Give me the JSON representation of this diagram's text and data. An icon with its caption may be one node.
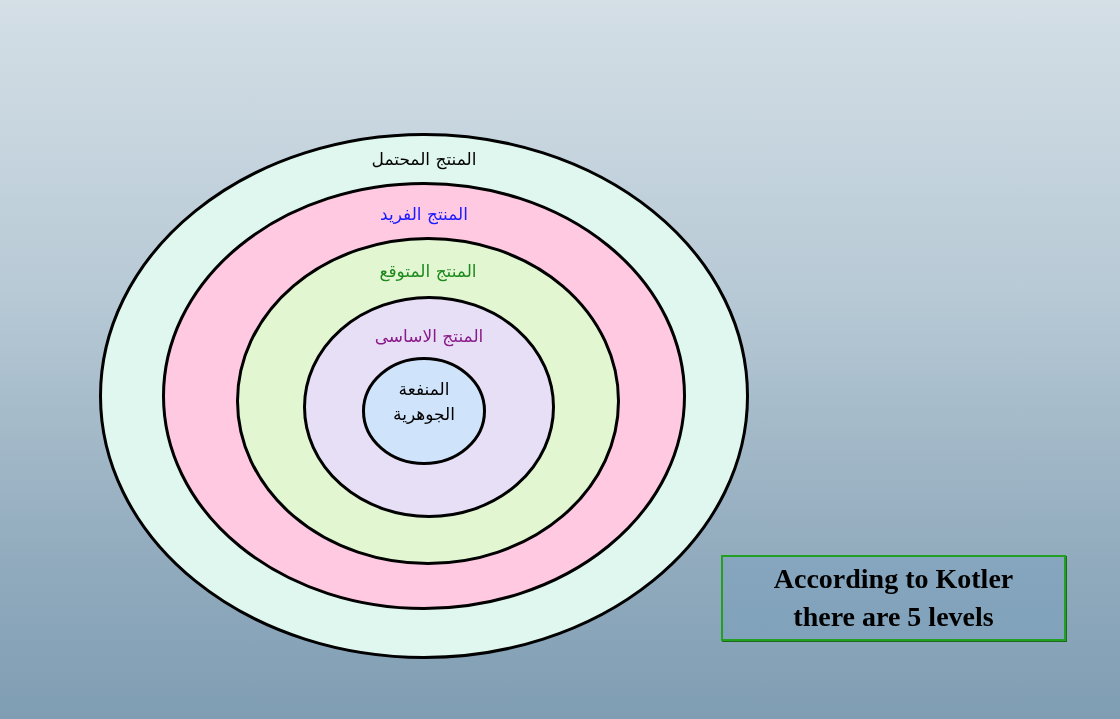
{
  "diagram": {
    "nodes": [
      {
        "text": [
          "المنتج المحتمل"
        ]
      },
      {
        "text": [
          "المنتج الفريد"
        ],
        "in": 0
      },
      {
        "text": [
          "المنتج المتوقع"
        ],
        "in": 1
      },
      {
        "text": [
          "المنتج الاساسى"
        ],
        "in": 2
      },
      {
        "text": [
          "المنفعة الجوهرية"
        ],
        "in": 3
      },
      {
        "text": [
          "According to Kotler there are 5 levels"
        ]
      }
    ]
  }
}
